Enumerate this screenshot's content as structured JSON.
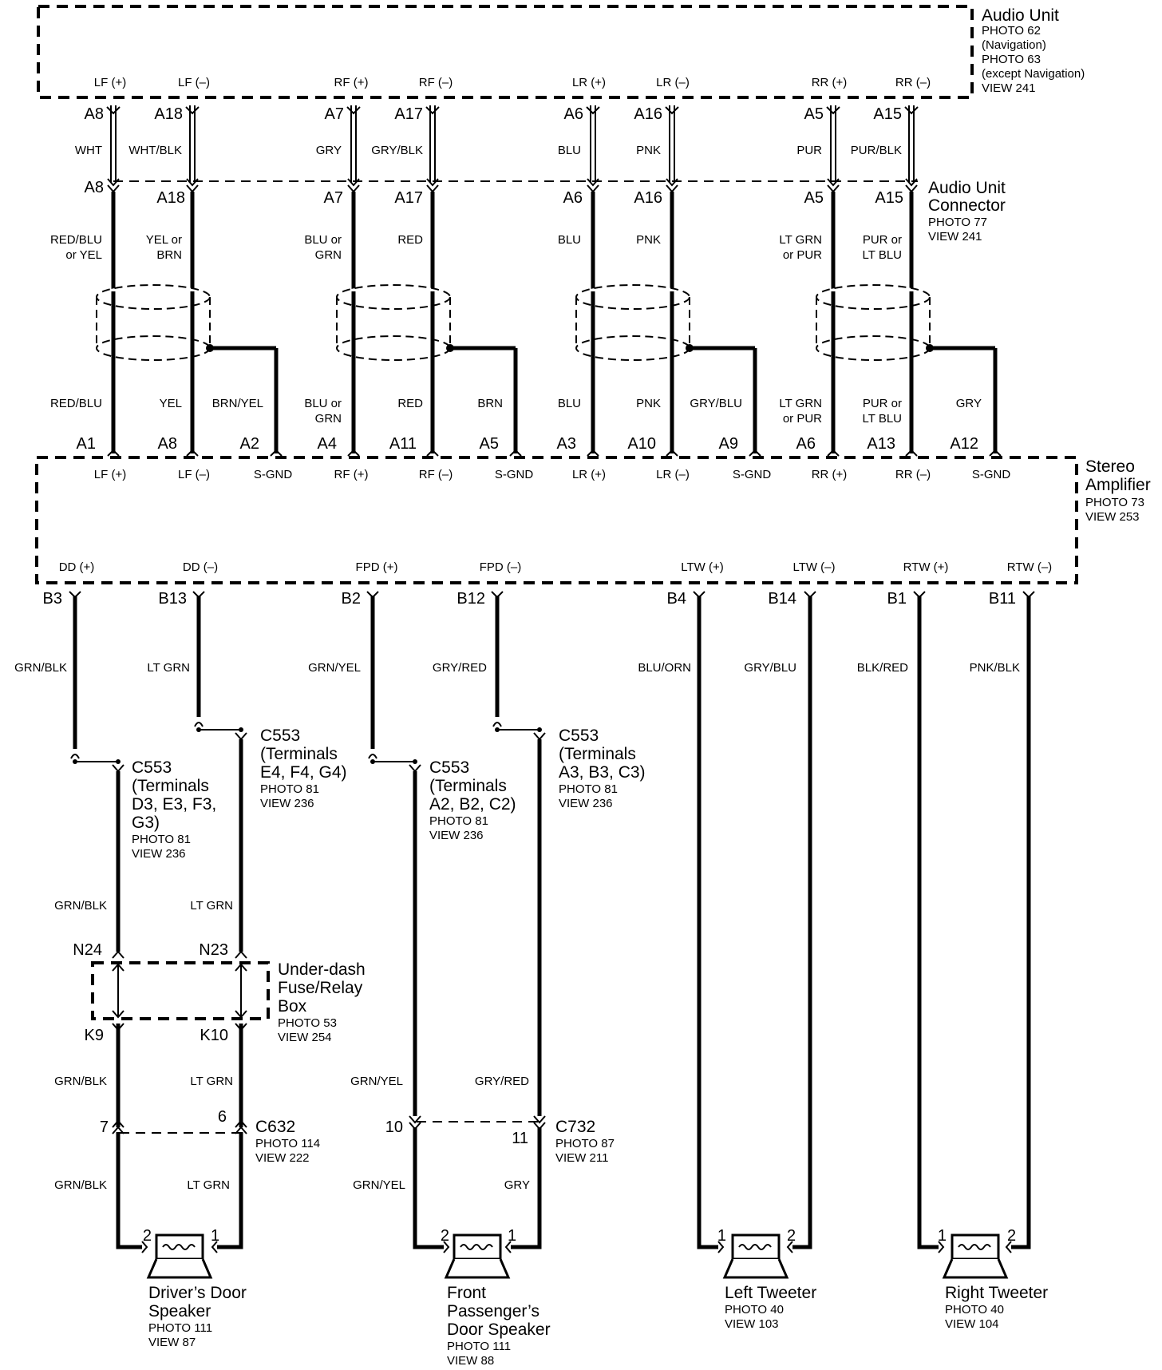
{
  "audio_unit": {
    "title": "Audio Unit",
    "lines": [
      "PHOTO 62",
      "(Navigation)",
      "PHOTO 63",
      "(except Navigation)",
      "VIEW 241"
    ],
    "pins": [
      "LF (+)",
      "LF (–)",
      "RF (+)",
      "RF (–)",
      "LR (+)",
      "LR (–)",
      "RR (+)",
      "RR (–)"
    ]
  },
  "upper_wires": [
    {
      "term": "A8",
      "color": "WHT"
    },
    {
      "term": "A18",
      "color": "WHT/BLK"
    },
    {
      "term": "A7",
      "color": "GRY"
    },
    {
      "term": "A17",
      "color": "GRY/BLK"
    },
    {
      "term": "A6",
      "color": "BLU"
    },
    {
      "term": "A16",
      "color": "PNK"
    },
    {
      "term": "A5",
      "color": "PUR"
    },
    {
      "term": "A15",
      "color": "PUR/BLK"
    }
  ],
  "audio_connector": {
    "title": [
      "Audio Unit",
      "Connector"
    ],
    "lines": [
      "PHOTO 77",
      "VIEW 241"
    ],
    "terms": [
      "A8",
      "A18",
      "A7",
      "A17",
      "A6",
      "A16",
      "A5",
      "A15"
    ]
  },
  "mid_colors": [
    [
      "RED/BLU",
      "or YEL"
    ],
    [
      "YEL or",
      "BRN"
    ],
    [
      "BLU or",
      "GRN"
    ],
    [
      "RED"
    ],
    [
      "BLU"
    ],
    [
      "PNK"
    ],
    [
      "LT GRN",
      "or PUR"
    ],
    [
      "PUR or",
      "LT BLU"
    ]
  ],
  "lower_colors": [
    [
      "RED/BLU"
    ],
    [
      "YEL"
    ],
    [
      "BRN/YEL"
    ],
    [
      "BLU or",
      "GRN"
    ],
    [
      "RED"
    ],
    [
      "BRN"
    ],
    [
      "BLU"
    ],
    [
      "PNK"
    ],
    [
      "GRY/BLU"
    ],
    [
      "LT GRN",
      "or PUR"
    ],
    [
      "PUR or",
      "LT BLU"
    ],
    [
      "GRY"
    ]
  ],
  "amp_top_terms": [
    "A1",
    "A8",
    "A2",
    "A4",
    "A11",
    "A5",
    "A3",
    "A10",
    "A9",
    "A6",
    "A13",
    "A12"
  ],
  "amp_top_pins": [
    "LF (+)",
    "LF (–)",
    "S-GND",
    "RF (+)",
    "RF (–)",
    "S-GND",
    "LR (+)",
    "LR (–)",
    "S-GND",
    "RR (+)",
    "RR (–)",
    "S-GND"
  ],
  "stereo_amp": {
    "title": [
      "Stereo",
      "Amplifier"
    ],
    "lines": [
      "PHOTO 73",
      "VIEW 253"
    ]
  },
  "amp_bottom_pins": [
    "DD  (+)",
    "DD  (–)",
    "FPD  (+)",
    "FPD (–)",
    "LTW  (+)",
    "LTW (–)",
    "RTW  (+)",
    "RTW (–)"
  ],
  "amp_bottom_terms": [
    "B3",
    "B13",
    "B2",
    "B12",
    "B4",
    "B14",
    "B1",
    "B11"
  ],
  "out_colors": [
    "GRN/BLK",
    "LT GRN",
    "GRN/YEL",
    "GRY/RED",
    "BLU/ORN",
    "GRY/BLU",
    "BLK/RED",
    "PNK/BLK"
  ],
  "c553": [
    {
      "title": "C553",
      "lines": [
        "(Terminals",
        "D3, E3, F3,",
        "G3)"
      ],
      "photo": [
        "PHOTO 81",
        "VIEW 236"
      ]
    },
    {
      "title": "C553",
      "lines": [
        "(Terminals",
        "E4, F4, G4)"
      ],
      "photo": [
        "PHOTO 81",
        "VIEW 236"
      ]
    },
    {
      "title": "C553",
      "lines": [
        "(Terminals",
        "A2, B2, C2)"
      ],
      "photo": [
        "PHOTO 81",
        "VIEW 236"
      ]
    },
    {
      "title": "C553",
      "lines": [
        "(Terminals",
        "A3, B3, C3)"
      ],
      "photo": [
        "PHOTO 81",
        "VIEW 236"
      ]
    }
  ],
  "driver_mid": {
    "left": "GRN/BLK",
    "right": "LT GRN"
  },
  "fuse_box": {
    "top_terms": [
      "N24",
      "N23"
    ],
    "bottom_terms": [
      "K9",
      "K10"
    ],
    "title": [
      "Under-dash",
      "Fuse/Relay",
      "Box"
    ],
    "lines": [
      "PHOTO 53",
      "VIEW 254"
    ]
  },
  "driver_low": {
    "left": "GRN/BLK",
    "right": "LT GRN"
  },
  "c632": {
    "left_term": "7",
    "right_term": "6",
    "title": "C632",
    "lines": [
      "PHOTO 114",
      "VIEW 222"
    ]
  },
  "pass_low": {
    "left": "GRN/YEL",
    "right": "GRY/RED"
  },
  "c732": {
    "left_term": "10",
    "right_term": "11",
    "title": "C732",
    "lines": [
      "PHOTO 87",
      "VIEW 211"
    ]
  },
  "spk_wires": {
    "driver": [
      "GRN/BLK",
      "LT GRN"
    ],
    "passenger": [
      "GRN/YEL",
      "GRY"
    ]
  },
  "speakers": [
    {
      "pins": [
        "2",
        "1"
      ],
      "name": [
        "Driver’s Door",
        "Speaker"
      ],
      "lines": [
        "PHOTO 111",
        "VIEW 87"
      ]
    },
    {
      "pins": [
        "2",
        "1"
      ],
      "name": [
        "Front",
        "Passenger’s",
        "Door Speaker"
      ],
      "lines": [
        "PHOTO 111",
        "VIEW 88"
      ]
    },
    {
      "pins": [
        "1",
        "2"
      ],
      "name": [
        "Left Tweeter"
      ],
      "lines": [
        "PHOTO 40",
        "VIEW 103"
      ]
    },
    {
      "pins": [
        "1",
        "2"
      ],
      "name": [
        "Right Tweeter"
      ],
      "lines": [
        "PHOTO 40",
        "VIEW 104"
      ]
    }
  ]
}
